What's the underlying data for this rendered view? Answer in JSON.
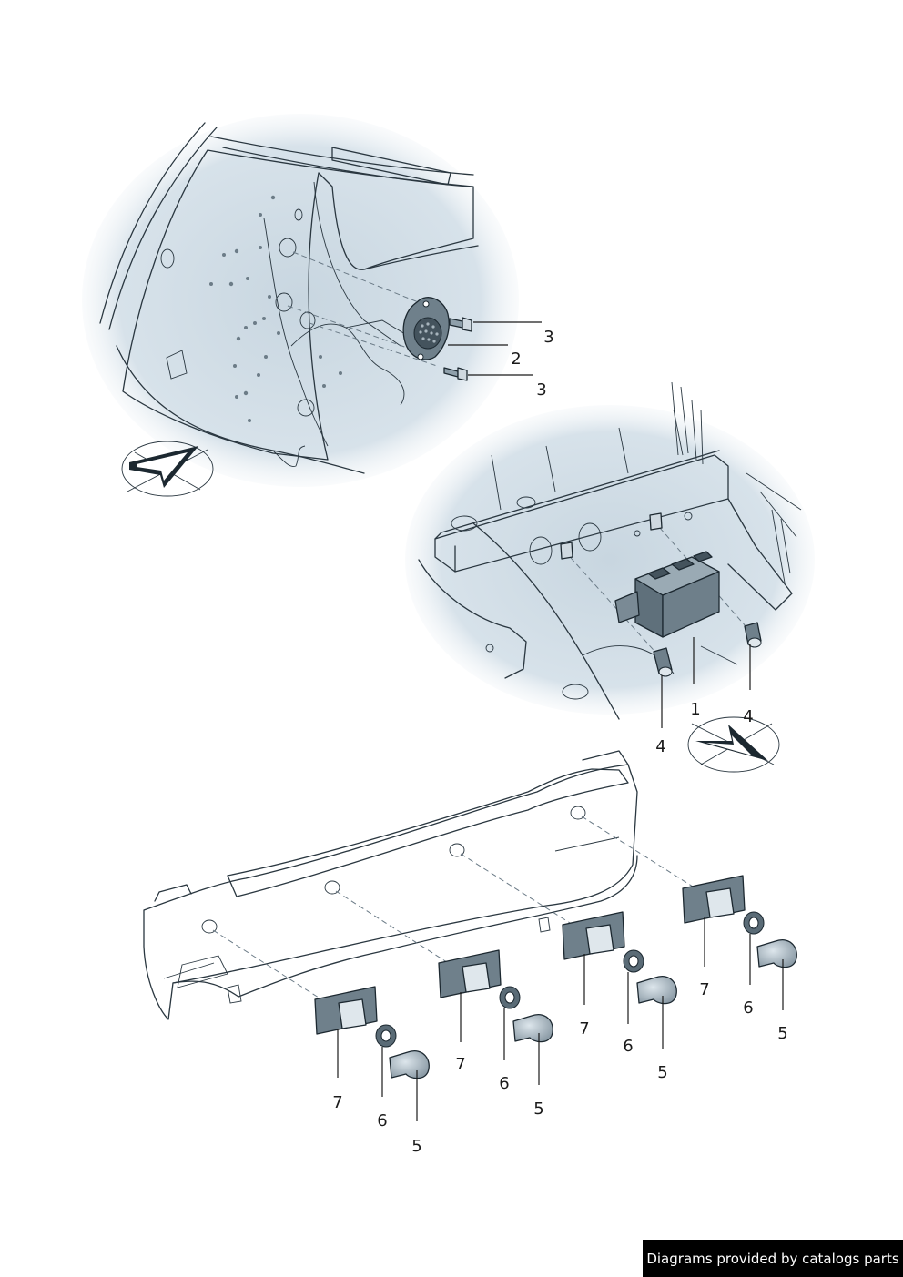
{
  "callouts": {
    "c1": "1",
    "c2": "2",
    "c3a": "3",
    "c3b": "3",
    "c4a": "4",
    "c4b": "4",
    "s1_7": "7",
    "s1_6": "6",
    "s1_5": "5",
    "s2_7": "7",
    "s2_6": "6",
    "s2_5": "5",
    "s3_7": "7",
    "s3_6": "6",
    "s3_5": "5",
    "s4_7": "7",
    "s4_6": "6",
    "s4_5": "5"
  },
  "credit": "Diagrams provided by catalogs parts",
  "colors": {
    "bg_blue": "#d5e0e8",
    "panel": "#e9eef2",
    "part_dark": "#5a6b76",
    "line": "#2a3740"
  }
}
